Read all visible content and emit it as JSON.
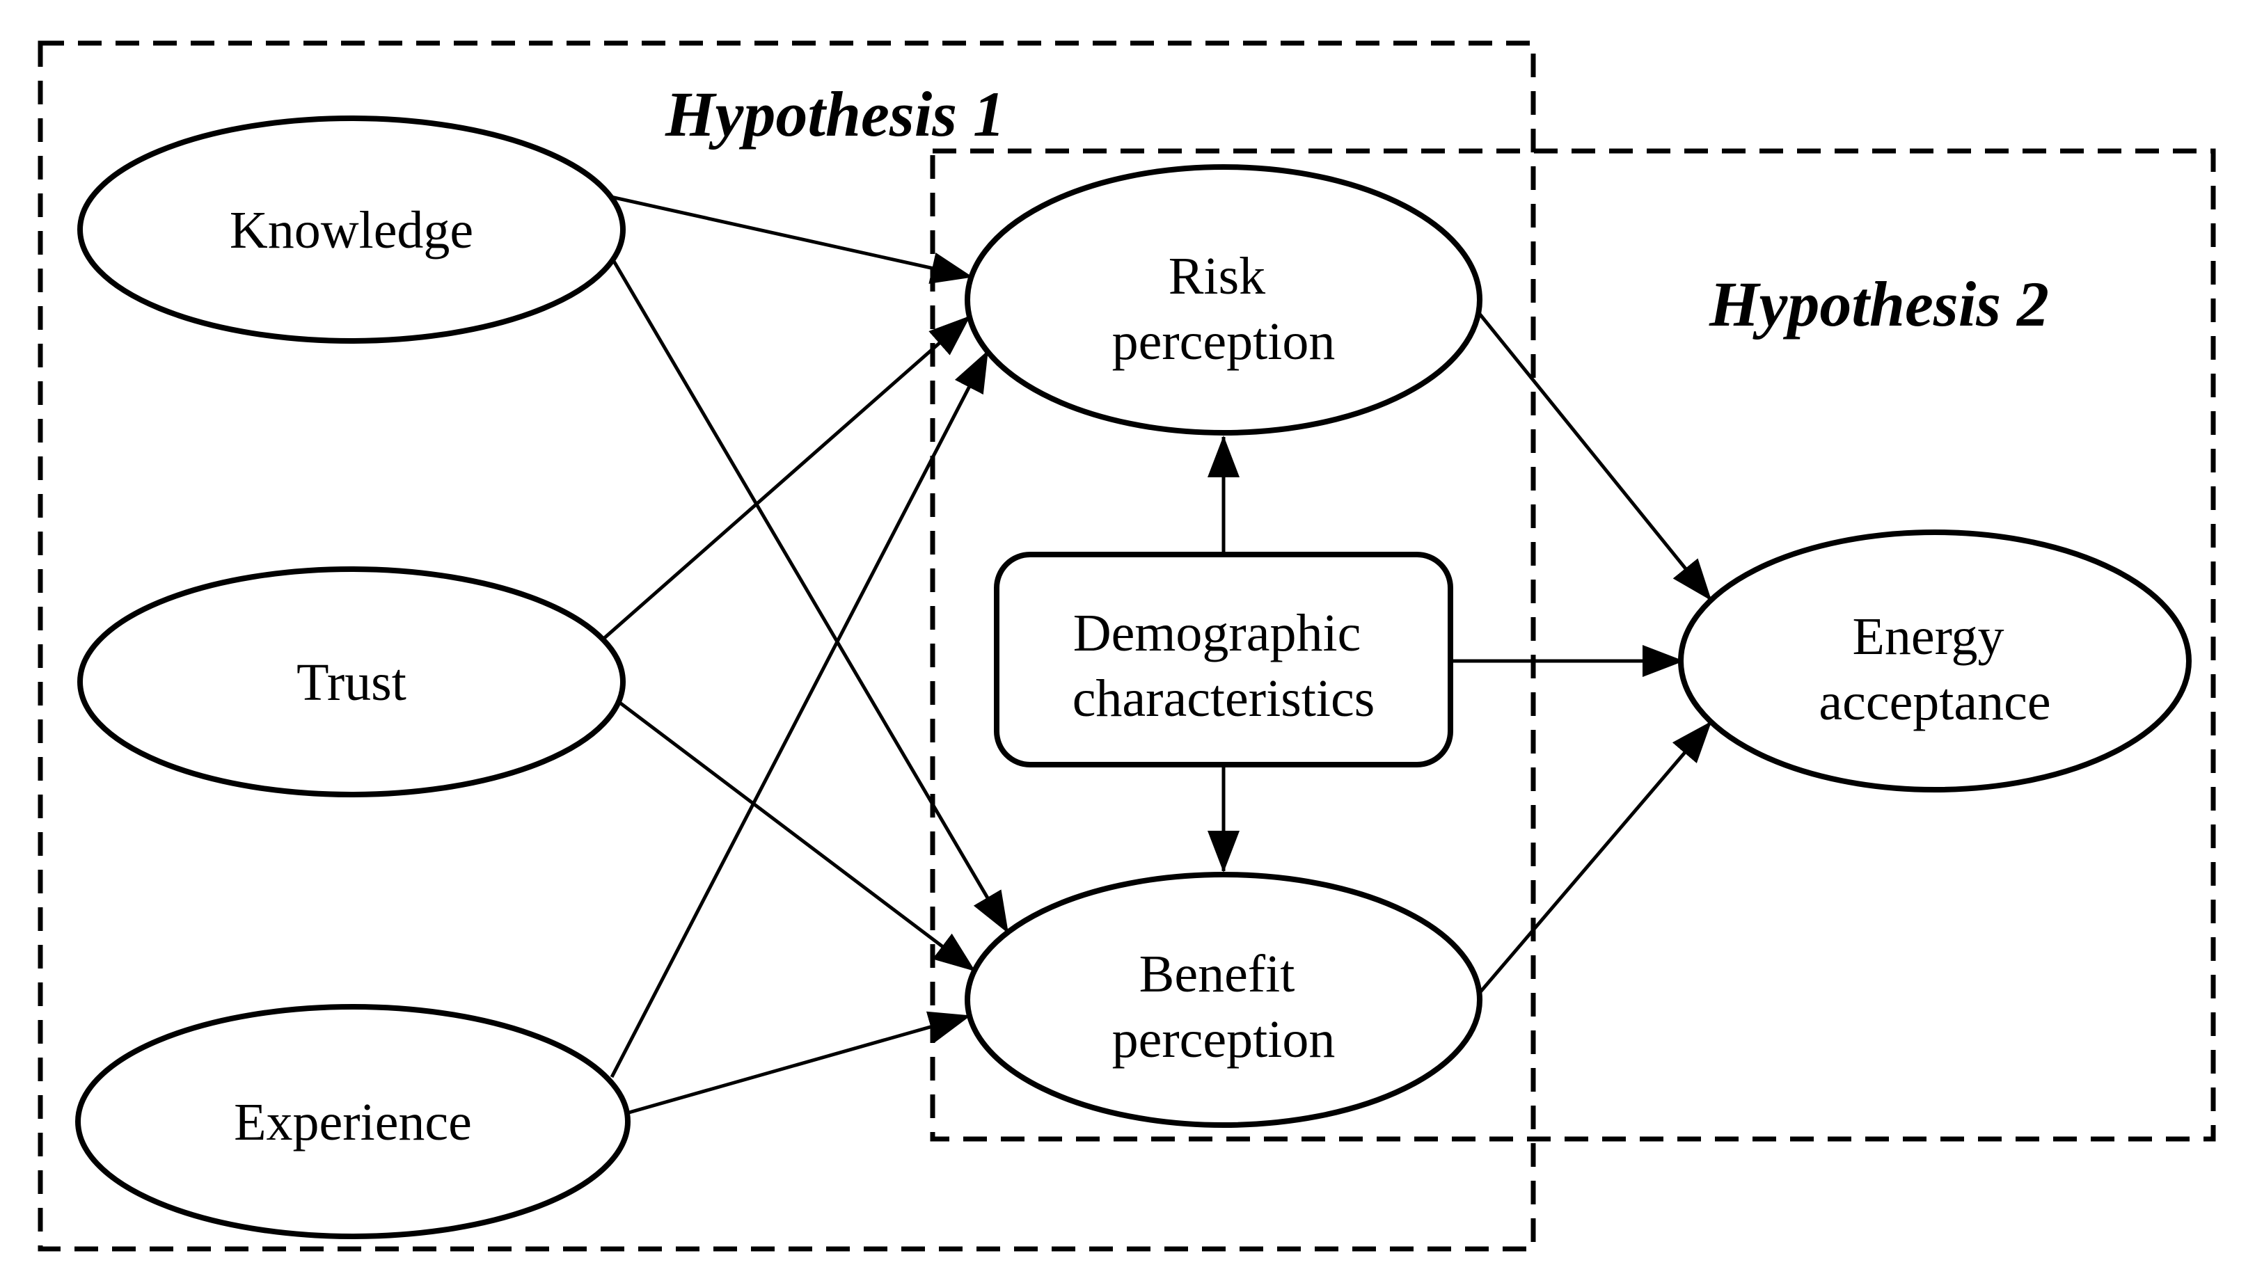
{
  "diagram": {
    "title_region_labels": {
      "hypothesis1": "Hypothesis 1",
      "hypothesis2": "Hypothesis 2"
    },
    "nodes": {
      "knowledge": {
        "shape": "ellipse",
        "label": "Knowledge"
      },
      "trust": {
        "shape": "ellipse",
        "label": "Trust"
      },
      "experience": {
        "shape": "ellipse",
        "label": "Experience"
      },
      "risk": {
        "shape": "ellipse",
        "label_line1": "Risk",
        "label_line2": "perception"
      },
      "benefit": {
        "shape": "ellipse",
        "label_line1": "Benefit",
        "label_line2": "perception"
      },
      "demographic": {
        "shape": "rounded-rect",
        "label_line1": "Demographic",
        "label_line2": "characteristics"
      },
      "energy": {
        "shape": "ellipse",
        "label_line1": "Energy",
        "label_line2": "acceptance"
      }
    },
    "edges": [
      {
        "from": "knowledge",
        "to": "risk-perception"
      },
      {
        "from": "knowledge",
        "to": "benefit-perception"
      },
      {
        "from": "trust",
        "to": "risk-perception"
      },
      {
        "from": "trust",
        "to": "benefit-perception"
      },
      {
        "from": "experience",
        "to": "risk-perception"
      },
      {
        "from": "experience",
        "to": "benefit-perception"
      },
      {
        "from": "demographic",
        "to": "risk-perception"
      },
      {
        "from": "demographic",
        "to": "benefit-perception"
      },
      {
        "from": "demographic",
        "to": "energy-acceptance"
      },
      {
        "from": "risk-perception",
        "to": "energy-acceptance"
      },
      {
        "from": "benefit-perception",
        "to": "energy-acceptance"
      }
    ],
    "colors": {
      "stroke": "#000000",
      "background": "#ffffff"
    }
  }
}
